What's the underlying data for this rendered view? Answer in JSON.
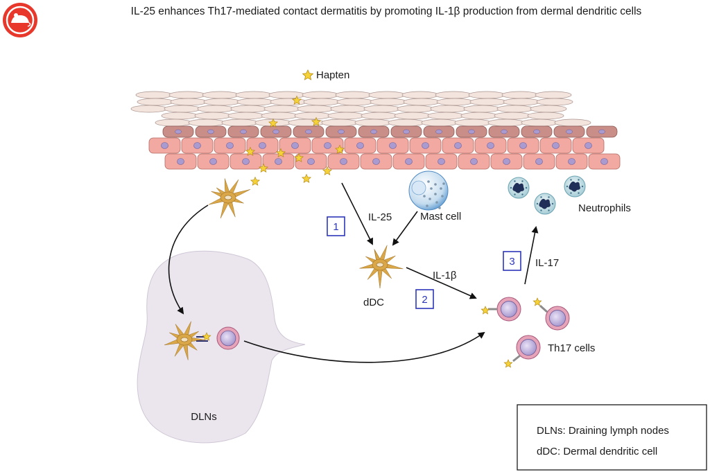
{
  "title": "IL-25 enhances Th17-mediated contact dermatitis by promoting IL-1β production from dermal dendritic cells",
  "labels": {
    "hapten": "Hapten",
    "il25": "IL-25",
    "mast_cell": "Mast cell",
    "ddc": "dDC",
    "il1b": "IL-1β",
    "il17": "IL-17",
    "neutrophils": "Neutrophils",
    "th17_cells": "Th17 cells",
    "dlns": "DLNs"
  },
  "steps": [
    "1",
    "2",
    "3"
  ],
  "legend": {
    "line1": "DLNs: Draining lymph nodes",
    "line2": "dDC: Dermal dendritic cell"
  },
  "colors": {
    "logo_red": "#e8382b",
    "cornified": "#f3e4de",
    "keratinocyte": "#f2a9a2",
    "basal": "#c98e87",
    "nucleus": "#a99ad0",
    "dendritic": "#d9a648",
    "hapten": "#f5d23a",
    "lymph_node": "#ebe6ee",
    "step_box": "#2d35b8",
    "t_cell_ring": "#e7a3b8"
  },
  "icons": {
    "logo": "mouse-logo-icon",
    "hapten": "star-icon"
  }
}
